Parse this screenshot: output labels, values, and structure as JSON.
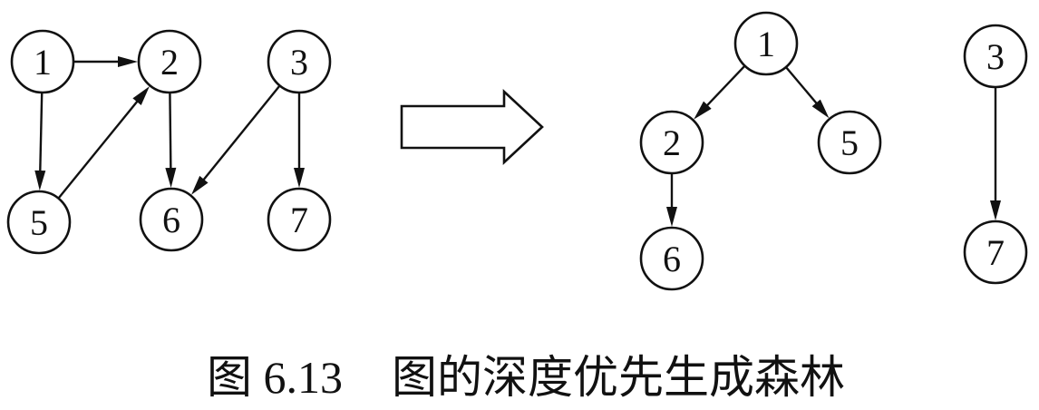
{
  "caption": {
    "figure_number": "图 6.13",
    "title": "图的深度优先生成森林"
  },
  "graph": {
    "nodes": [
      "1",
      "2",
      "3",
      "5",
      "6",
      "7"
    ],
    "edges": [
      [
        "1",
        "2"
      ],
      [
        "1",
        "5"
      ],
      [
        "5",
        "2"
      ],
      [
        "2",
        "6"
      ],
      [
        "3",
        "6"
      ],
      [
        "3",
        "7"
      ]
    ]
  },
  "forest": {
    "trees": [
      {
        "root": "1",
        "edges": [
          [
            "1",
            "2"
          ],
          [
            "1",
            "5"
          ],
          [
            "2",
            "6"
          ]
        ]
      },
      {
        "root": "3",
        "edges": [
          [
            "3",
            "7"
          ]
        ]
      }
    ]
  },
  "colors": {
    "ink": "#111111",
    "background": "#ffffff"
  }
}
